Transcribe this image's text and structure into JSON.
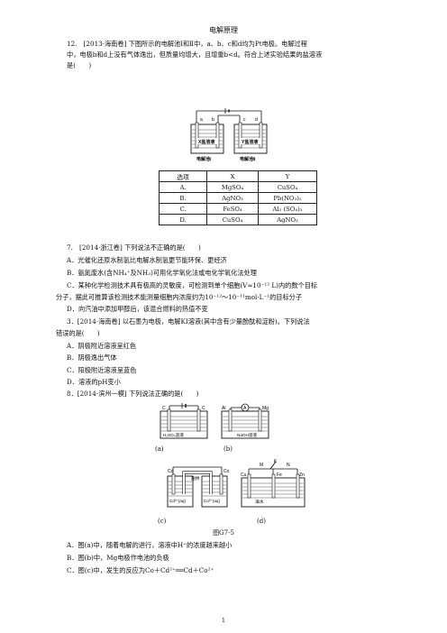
{
  "title": "电解原理",
  "q12": {
    "stem_line1": "12.　[2013·海南卷] 下图所示的电解池Ⅰ和Ⅱ中，a、b、c和d均为Pt电极。电解过程",
    "stem_line2": "中，电极b和d上没有气体逸出，但质量均增大，且增重b<d。符合上述实验结果的盐溶液",
    "stem_line3": "是(　　)",
    "fig_labels": {
      "a": "a",
      "b": "b",
      "c": "c",
      "d": "d",
      "x_sol": "X盐溶液",
      "y_sol": "Y盐溶液",
      "cell1": "电解池Ⅰ",
      "cell2": "电解池Ⅱ"
    },
    "table": {
      "headers": [
        "选项",
        "X",
        "Y"
      ],
      "rows": [
        [
          "A.",
          "MgSO₄",
          "CuSO₄"
        ],
        [
          "B.",
          "AgNO₃",
          "Pb(NO₃)₂"
        ],
        [
          "C.",
          "FeSO₄",
          "Al₂ (SO₄)₃"
        ],
        [
          "D.",
          "CuSO₄",
          "AgNO₃"
        ]
      ]
    }
  },
  "q7": {
    "stem": "7.　[2014·浙江卷] 下列说法不正确的是(　　)",
    "A": "A．光催化还原水制氢比电解水制氢更节能环保、更经济",
    "B": "B．氨氮废水(含NH₄⁺及NH₃)可用化学氧化法或电化学氧化法处理",
    "C1": "C．某种化学检测技术具有极高的灵敏度，可检测到单个细胞(V≈10⁻¹² L)内的数个目标",
    "C2": "分子，据此可推算该检测技术能测量细胞内浓度约为10⁻¹²～10⁻¹¹mol·L⁻¹的目标分子",
    "D": "D．向汽油中添加甲醇后，该混合燃料的热值不变"
  },
  "q3": {
    "stem1": "3．[2014·海南卷] 以石墨为电极，电解KI溶液(其中含有少量酚酞和淀粉)。下列说法",
    "stem2": "错误的是(　　)",
    "A": "A．阴极附近溶液呈红色",
    "B": "B．阴极逸出气体",
    "C": "C．阳极附近溶液呈蓝色",
    "D": "D．溶液的pH变小"
  },
  "q8": {
    "stem": "8．[2014·滨州一模] 下列说法正确的是(　　)",
    "fig_a": {
      "c1": "C",
      "c2": "C",
      "sol": "H₂SO₄溶液",
      "cap": "(a)"
    },
    "fig_b": {
      "al": "Al",
      "a": "A",
      "mg": "Mg",
      "sol": "NaOH溶液",
      "cap": "(b)"
    },
    "fig_c": {
      "cd": "Cd",
      "co": "Co",
      "bridge": "盐桥",
      "sol1": "Cd²⁺(aq)",
      "sol2": "Co²⁺(aq)",
      "cap": "(c)"
    },
    "fig_d": {
      "m": "M",
      "k": "K",
      "n": "N",
      "cu": "Cu",
      "fe": "Fe",
      "zn": "Zn",
      "sol": "海水",
      "cap": "(d)"
    },
    "fig_title": "图G7-5",
    "A": "A．图(a)中，随着电解的进行，溶液中H⁺的浓度越来越小",
    "B": "B．图(b)中，Mg电极作电池的负极",
    "C": "C．图(c)中，发生的反应为Co＋Cd²⁺══Cd＋Co²⁺"
  },
  "page_number": "1"
}
